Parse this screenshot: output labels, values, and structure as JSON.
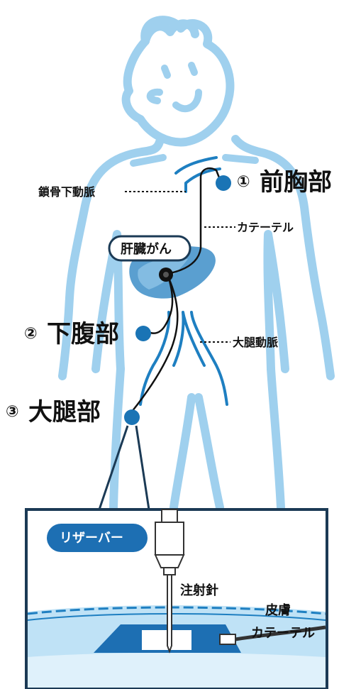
{
  "colors": {
    "body_outline": "#9fd0ee",
    "vessel": "#1e7fc1",
    "port_dot": "#1a74b5",
    "liver": "#5a9fd0",
    "reservoir": "#1d6fb3",
    "inset_frame": "#1b3a55",
    "skin_fill": "#bfe2f6"
  },
  "labels": {
    "site1_num": "①",
    "site1": "前胸部",
    "site2_num": "②",
    "site2": "下腹部",
    "site3_num": "③",
    "site3": "大腿部",
    "subclavian": "鎖骨下動脈",
    "catheter": "カテーテル",
    "liver_cancer": "肝臓がん",
    "femoral": "大腿動脈",
    "reservoir": "リザーバー",
    "needle": "注射針",
    "skin": "皮膚",
    "catheter2": "カテーテル"
  }
}
